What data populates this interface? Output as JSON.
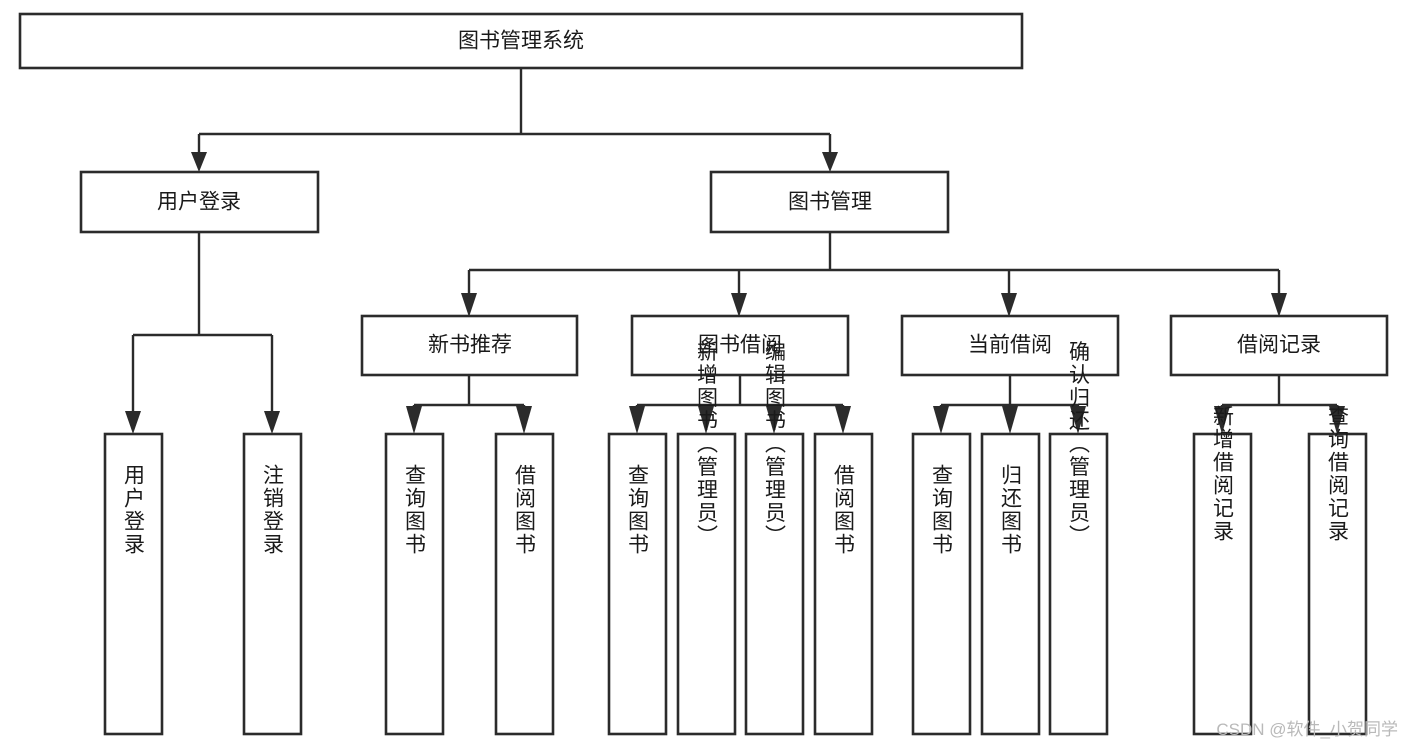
{
  "diagram": {
    "type": "tree-hierarchy-flowchart",
    "title": "图书管理系统",
    "orientation": "top-down",
    "palette": {
      "background": "#ffffff",
      "box_fill": "#ffffff",
      "box_stroke": "#2b2b2b",
      "connector": "#2b2b2b",
      "text": "#1a1a1a",
      "watermark": "#b9b9b9"
    },
    "levels": [
      {
        "level": 1,
        "nodes": [
          {
            "id": "root",
            "label": "图书管理系统",
            "text_orientation": "horizontal"
          }
        ]
      },
      {
        "level": 2,
        "nodes": [
          {
            "id": "user-login",
            "label": "用户登录",
            "text_orientation": "horizontal",
            "parent": "root"
          },
          {
            "id": "book-manage",
            "label": "图书管理",
            "text_orientation": "horizontal",
            "parent": "root"
          }
        ]
      },
      {
        "level": 3,
        "nodes": [
          {
            "id": "new-book-rec",
            "label": "新书推荐",
            "text_orientation": "horizontal",
            "parent": "book-manage"
          },
          {
            "id": "book-borrow",
            "label": "图书借阅",
            "text_orientation": "horizontal",
            "parent": "book-manage"
          },
          {
            "id": "current-borrow",
            "label": "当前借阅",
            "text_orientation": "horizontal",
            "parent": "book-manage"
          },
          {
            "id": "borrow-record",
            "label": "借阅记录",
            "text_orientation": "horizontal",
            "parent": "book-manage"
          }
        ]
      },
      {
        "level": 4,
        "nodes": [
          {
            "id": "leaf-user-login",
            "label": "用户登录",
            "text_orientation": "vertical",
            "parent": "user-login"
          },
          {
            "id": "leaf-user-logout",
            "label": "注销登录",
            "text_orientation": "vertical",
            "parent": "user-login"
          },
          {
            "id": "leaf-query-book-1",
            "label": "查询图书",
            "text_orientation": "vertical",
            "parent": "new-book-rec"
          },
          {
            "id": "leaf-borrow-book-1",
            "label": "借阅图书",
            "text_orientation": "vertical",
            "parent": "new-book-rec"
          },
          {
            "id": "leaf-query-book-2",
            "label": "查询图书",
            "text_orientation": "vertical",
            "parent": "book-borrow"
          },
          {
            "id": "leaf-add-book",
            "label": "新增图书（管理员）",
            "text_orientation": "vertical",
            "parent": "book-borrow"
          },
          {
            "id": "leaf-edit-book",
            "label": "编辑图书（管理员）",
            "text_orientation": "vertical",
            "parent": "book-borrow"
          },
          {
            "id": "leaf-borrow-book-2",
            "label": "借阅图书",
            "text_orientation": "vertical",
            "parent": "book-borrow"
          },
          {
            "id": "leaf-query-book-3",
            "label": "查询图书",
            "text_orientation": "vertical",
            "parent": "current-borrow"
          },
          {
            "id": "leaf-return-book",
            "label": "归还图书",
            "text_orientation": "vertical",
            "parent": "current-borrow"
          },
          {
            "id": "leaf-confirm-return",
            "label": "确认归还（管理员）",
            "text_orientation": "vertical",
            "parent": "current-borrow"
          },
          {
            "id": "leaf-add-record",
            "label": "新增借阅记录",
            "text_orientation": "vertical",
            "parent": "borrow-record"
          },
          {
            "id": "leaf-query-record",
            "label": "查询借阅记录",
            "text_orientation": "vertical",
            "parent": "borrow-record"
          }
        ]
      }
    ]
  },
  "watermark": {
    "text": "CSDN @软件_小贺同学"
  }
}
